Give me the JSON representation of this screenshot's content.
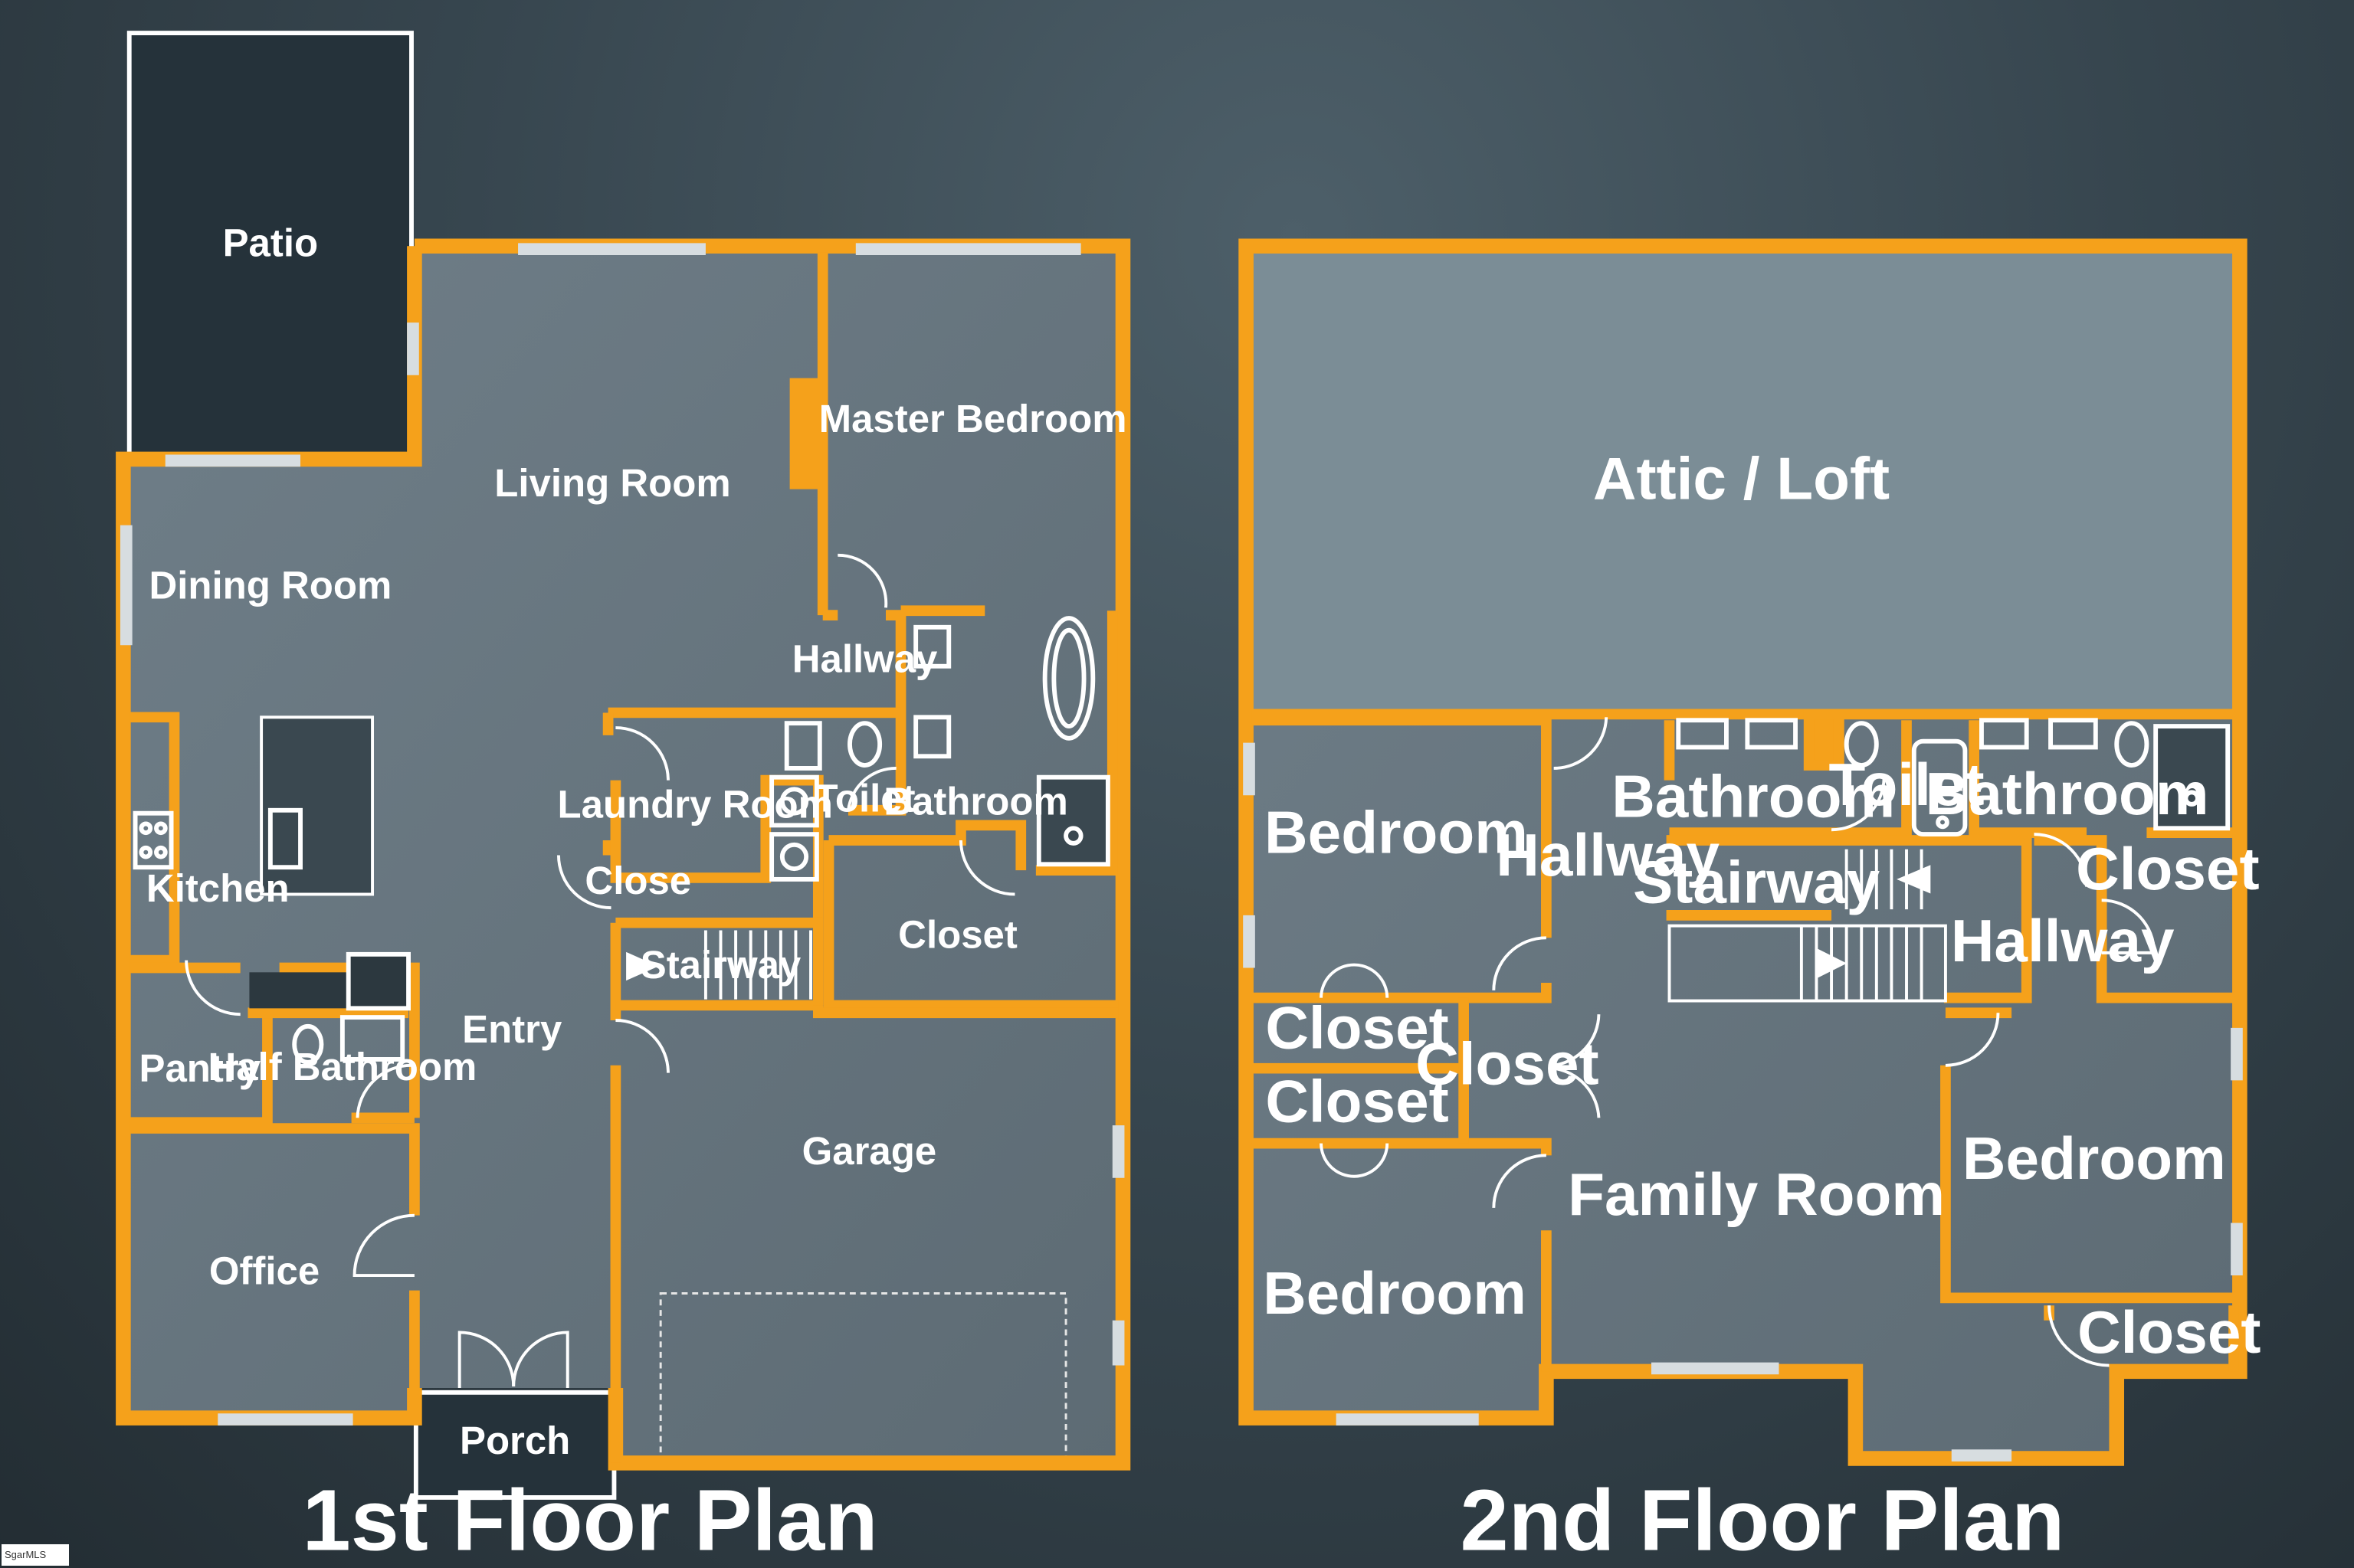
{
  "floors": [
    {
      "title": "1st Floor Plan",
      "rooms": {
        "patio": "Patio",
        "living_room": "Living Room",
        "master_bedroom": "Master Bedroom",
        "dining_room": "Dining Room",
        "hallway": "Hallway",
        "laundry_room": "Laundry Room",
        "toilet": "Toilet",
        "bathroom": "Bathroom",
        "kitchen": "Kitchen",
        "closet_small": "Close",
        "closet": "Closet",
        "stairway": "Stairway",
        "entry": "Entry",
        "pantry": "Pantry",
        "half_bathroom": "Half Bathroom",
        "garage": "Garage",
        "office": "Office",
        "porch": "Porch"
      }
    },
    {
      "title": "2nd Floor Plan",
      "rooms": {
        "attic_loft": "Attic / Loft",
        "bathroom_left": "Bathroom",
        "toilet": "Toilet",
        "bathroom_right": "Bathroom",
        "bedroom_top_left": "Bedroom",
        "hallway_left": "Hallway",
        "stairway": "Stairway",
        "closet_right_top": "Closet",
        "hallway_right": "Hallway",
        "closet_left_1": "Closet",
        "closet_mid": "Closet",
        "closet_left_2": "Closet",
        "bedroom_right": "Bedroom",
        "family_room": "Family Room",
        "bedroom_bottom_left": "Bedroom",
        "closet_bottom_right": "Closet"
      }
    }
  ],
  "logo_text": "SgarMLS",
  "colors": {
    "wall": "#f5a11b",
    "floor": "#6c7b85",
    "attic": "#7c8e97",
    "background": "#2f3c44"
  }
}
